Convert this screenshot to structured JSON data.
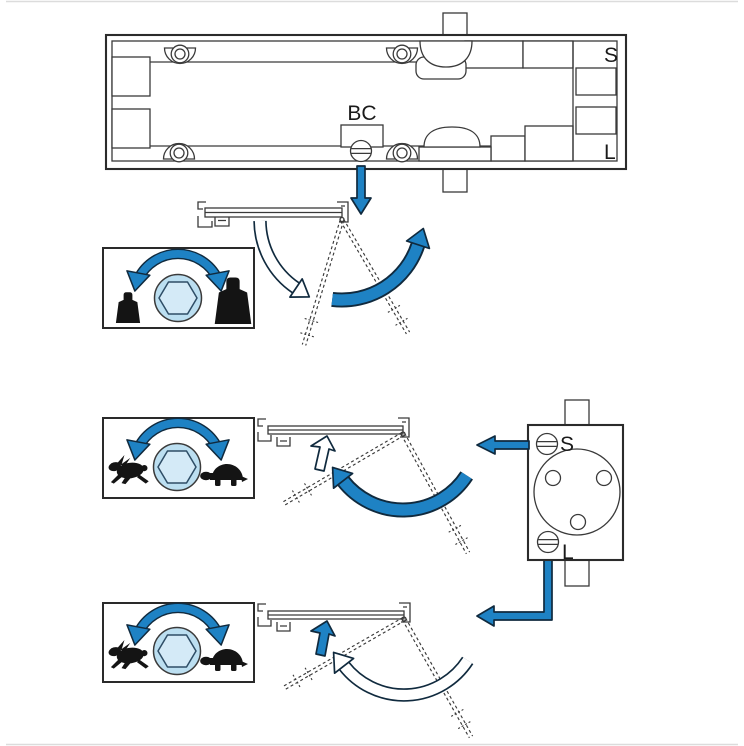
{
  "top_view": {
    "bc": "BC",
    "s": "S",
    "l": "L"
  },
  "side_view": {
    "s": "S",
    "l": "L"
  },
  "legends": {
    "force": {
      "rotate_icon": "rotate-both-ways-arrow",
      "center_icon": "hex-socket",
      "left_icon": "small-weight",
      "right_icon": "large-weight"
    },
    "sweep_speed": {
      "rotate_icon": "rotate-both-ways-arrow",
      "center_icon": "hex-socket",
      "left_icon": "hare",
      "right_icon": "tortoise"
    },
    "latch_speed": {
      "rotate_icon": "rotate-both-ways-arrow",
      "center_icon": "hex-socket",
      "left_icon": "hare",
      "right_icon": "tortoise"
    }
  },
  "colors": {
    "arrow-blue": "#1E82C4",
    "arrow-dark": "#102A3E",
    "line": "#3A3A3A",
    "line-dark": "#2B2B2B",
    "hex-fill": "#BCDFF1",
    "hex-inner-fill": "#D4EAF7",
    "hex-stroke": "#2E4D66",
    "icon-black": "#141414",
    "box-stroke": "#2A2A2A",
    "label": "#1A1A1A",
    "page-edge": "#DCDCDC"
  }
}
